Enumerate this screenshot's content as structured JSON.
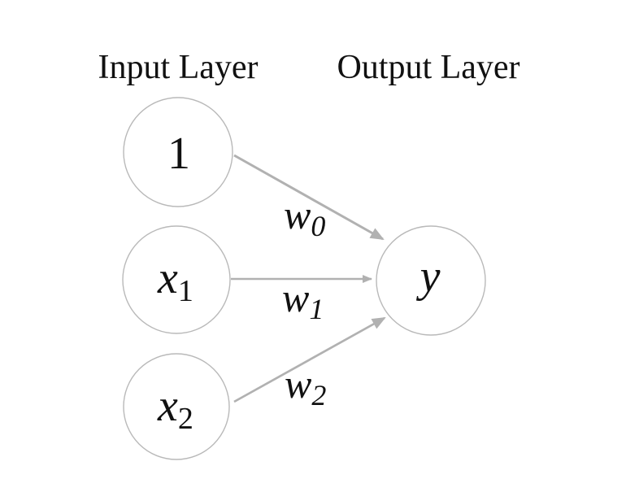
{
  "diagram": {
    "input_layer_title": "Input Layer",
    "output_layer_title": "Output Layer",
    "nodes": {
      "bias": {
        "label": "1"
      },
      "x1": {
        "base": "x",
        "sub": "1"
      },
      "x2": {
        "base": "x",
        "sub": "2"
      },
      "y": {
        "label": "y"
      }
    },
    "weights": {
      "w0": {
        "base": "w",
        "sub": "0"
      },
      "w1": {
        "base": "w",
        "sub": "1"
      },
      "w2": {
        "base": "w",
        "sub": "2"
      }
    },
    "edges": [
      {
        "from": "bias",
        "to": "y",
        "weight_label": "w0"
      },
      {
        "from": "x1",
        "to": "y",
        "weight_label": "w1"
      },
      {
        "from": "x2",
        "to": "y",
        "weight_label": "w2"
      }
    ],
    "colors": {
      "background": "#ffffff",
      "node_fill": "#ffffff",
      "node_stroke": "#b9b9b9",
      "edge": "#b1b1b1",
      "text": "#111111"
    }
  }
}
